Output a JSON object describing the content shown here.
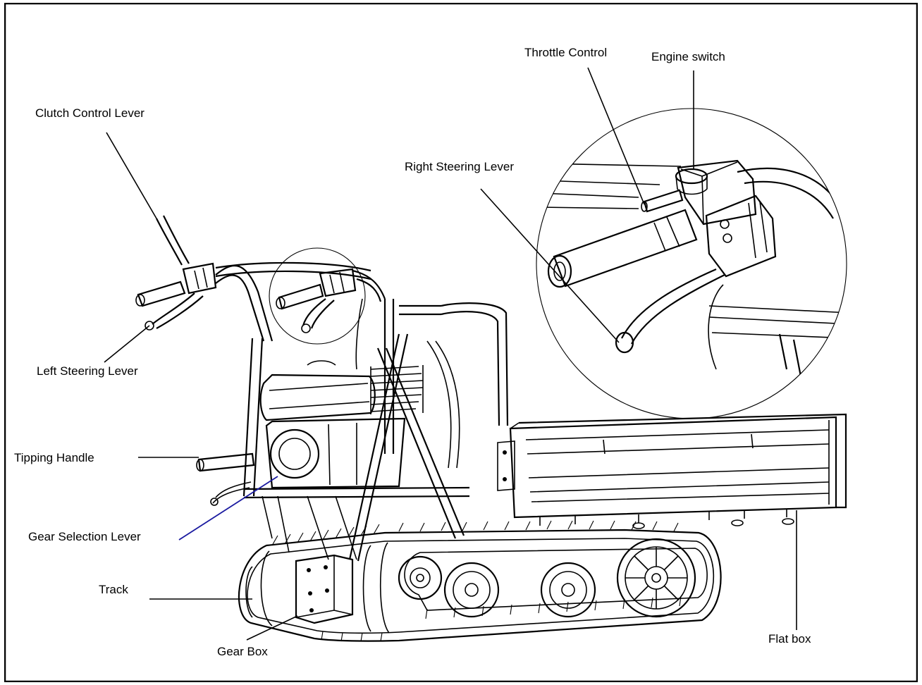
{
  "labels": {
    "clutch_control_lever": "Clutch Control Lever",
    "left_steering_lever": "Left Steering Lever",
    "tipping_handle": "Tipping Handle",
    "gear_selection_lever": "Gear Selection Lever",
    "track": "Track",
    "gear_box": "Gear Box",
    "right_steering_lever": "Right Steering Lever",
    "throttle_control": "Throttle Control",
    "engine_switch": "Engine switch",
    "flat_box": "Flat box"
  },
  "colors": {
    "line": "#000000",
    "gear_selection_leader": "#1a1aa0",
    "background": "#ffffff"
  }
}
